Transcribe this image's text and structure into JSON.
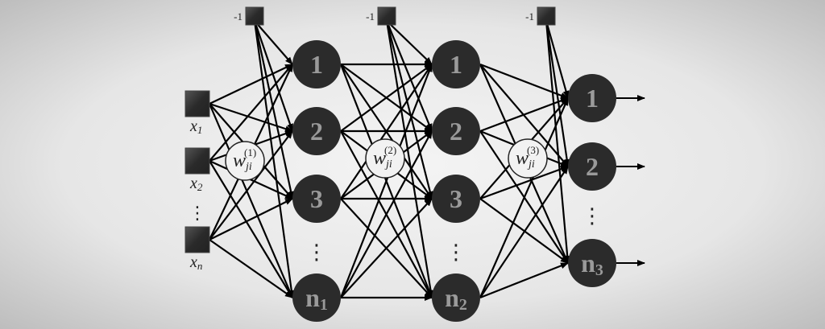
{
  "inputs": {
    "labels": [
      "x",
      "x",
      "x"
    ],
    "subscripts": [
      "1",
      "2",
      "n"
    ],
    "ellipsis": "⋮"
  },
  "bias_label": "-1",
  "layers": [
    {
      "nodes": [
        "1",
        "2",
        "3",
        "n"
      ],
      "last_subscript": "1",
      "weight": {
        "symbol": "w",
        "sub": "ji",
        "sup": "(1)"
      }
    },
    {
      "nodes": [
        "1",
        "2",
        "3",
        "n"
      ],
      "last_subscript": "2",
      "weight": {
        "symbol": "w",
        "sub": "ji",
        "sup": "(2)"
      }
    },
    {
      "nodes": [
        "1",
        "2",
        "n"
      ],
      "last_subscript": "3",
      "weight": {
        "symbol": "w",
        "sub": "ji",
        "sup": "(3)"
      }
    }
  ],
  "ellipsis": "⋮",
  "colors": {
    "node": "#2b2b2b",
    "node_text": "#9a9a9a",
    "edge": "#000000",
    "weight_fill": "#f2f2f2"
  }
}
